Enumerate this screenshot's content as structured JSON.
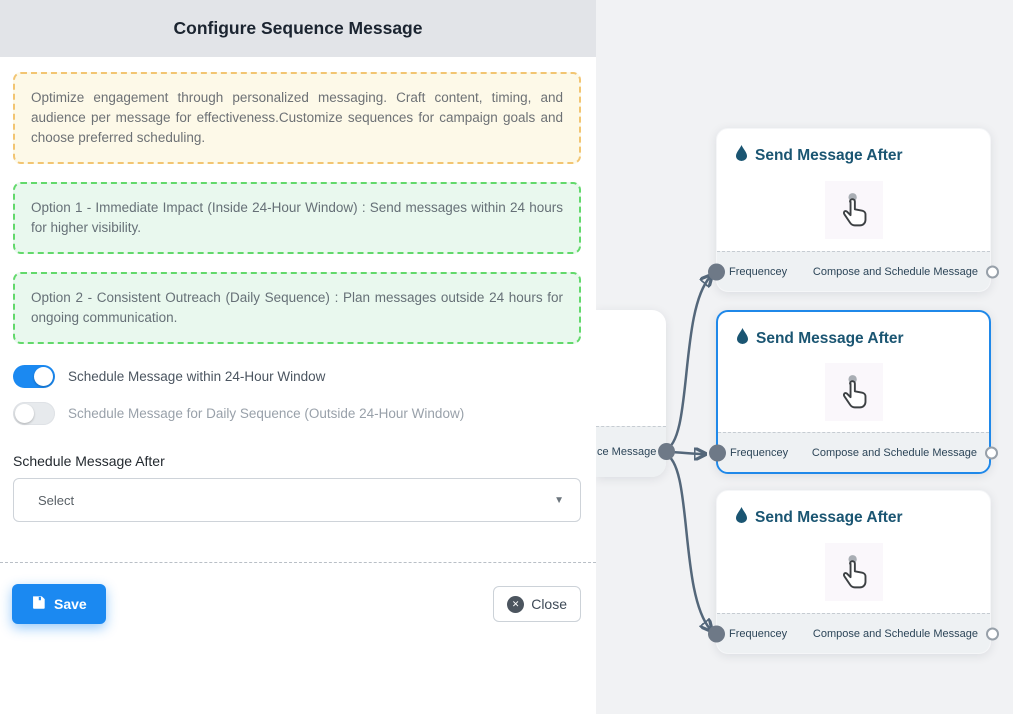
{
  "panel": {
    "title": "Configure Sequence Message",
    "intro": "Optimize engagement through personalized messaging. Craft content, timing, and audience per message for effectiveness.Customize sequences for campaign goals and choose preferred scheduling.",
    "option1": "Option 1 - Immediate Impact (Inside 24-Hour Window) : Send messages within 24 hours for higher visibility.",
    "option2": "Option 2 - Consistent Outreach (Daily Sequence) : Plan messages outside 24 hours for ongoing communication.",
    "toggles": [
      {
        "label": "Schedule Message within 24-Hour Window",
        "state": "on"
      },
      {
        "label": "Schedule Message for Daily Sequence (Outside 24-Hour Window)",
        "state": "off"
      }
    ],
    "schedule_after": {
      "label": "Schedule Message After",
      "value": "Select"
    },
    "save_label": "Save",
    "close_label": "Close"
  },
  "canvas": {
    "partial_node": {
      "footer_text": "ce Message"
    },
    "nodes": [
      {
        "title": "Send Message After",
        "footer_left": "Frequencey",
        "footer_right": "Compose and Schedule Message",
        "selected": false
      },
      {
        "title": "Send Message After",
        "footer_left": "Frequencey",
        "footer_right": "Compose and Schedule Message",
        "selected": true
      },
      {
        "title": "Send Message After",
        "footer_left": "Frequencey",
        "footer_right": "Compose and Schedule Message",
        "selected": false
      }
    ]
  },
  "icons": {
    "caret_down": "▼",
    "close_x": "✕"
  },
  "colors": {
    "accent": "#1b89f1",
    "node_selected": "#1f88e9",
    "node_title": "#1a5572",
    "edge": "#54677a",
    "warn_border": "#f2c572",
    "warn_bg": "#fdf9e8",
    "ok_border": "#62d96b",
    "ok_bg": "#e9f8ee"
  }
}
